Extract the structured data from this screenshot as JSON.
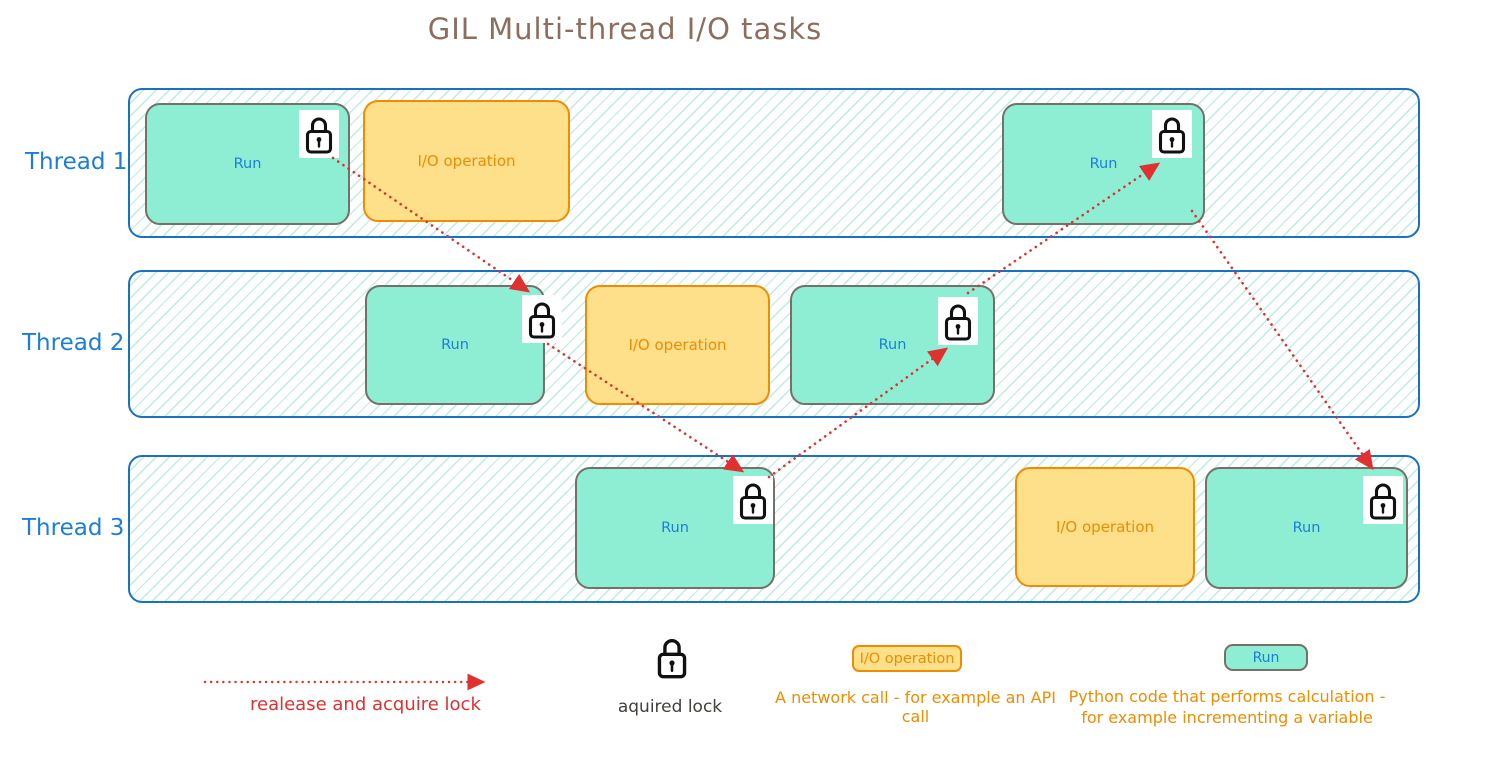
{
  "title": "GIL Multi-thread I/O tasks",
  "threads": [
    {
      "label": "Thread 1",
      "blocks": [
        {
          "kind": "run",
          "label": "Run",
          "has_lock": true
        },
        {
          "kind": "io",
          "label": "I/O operation",
          "has_lock": false
        },
        {
          "kind": "run",
          "label": "Run",
          "has_lock": true
        }
      ]
    },
    {
      "label": "Thread 2",
      "blocks": [
        {
          "kind": "run",
          "label": "Run",
          "has_lock": true
        },
        {
          "kind": "io",
          "label": "I/O operation",
          "has_lock": false
        },
        {
          "kind": "run",
          "label": "Run",
          "has_lock": true
        }
      ]
    },
    {
      "label": "Thread 3",
      "blocks": [
        {
          "kind": "run",
          "label": "Run",
          "has_lock": true
        },
        {
          "kind": "io",
          "label": "I/O operation",
          "has_lock": false
        },
        {
          "kind": "run",
          "label": "Run",
          "has_lock": true
        }
      ]
    }
  ],
  "legend": {
    "arrow_label": "realease and acquire lock",
    "lock_label": "aquired lock",
    "io_chip": "I/O operation",
    "io_description": "A network call - for example an API call",
    "run_chip": "Run",
    "run_description": "Python code that performs calculation - for example incrementing a variable"
  },
  "colors": {
    "lane_border": "#1971c2",
    "thread_label": "#1c7ed6",
    "run_fill": "#8eeed4",
    "run_border": "#757068",
    "run_text": "#1c7ed6",
    "io_fill": "#ffe08a",
    "io_border": "#f08c00",
    "io_text": "#f08c00",
    "arrow_red": "#e03131",
    "title_brown": "#8d6e5e",
    "lock_stroke": "#111111"
  }
}
